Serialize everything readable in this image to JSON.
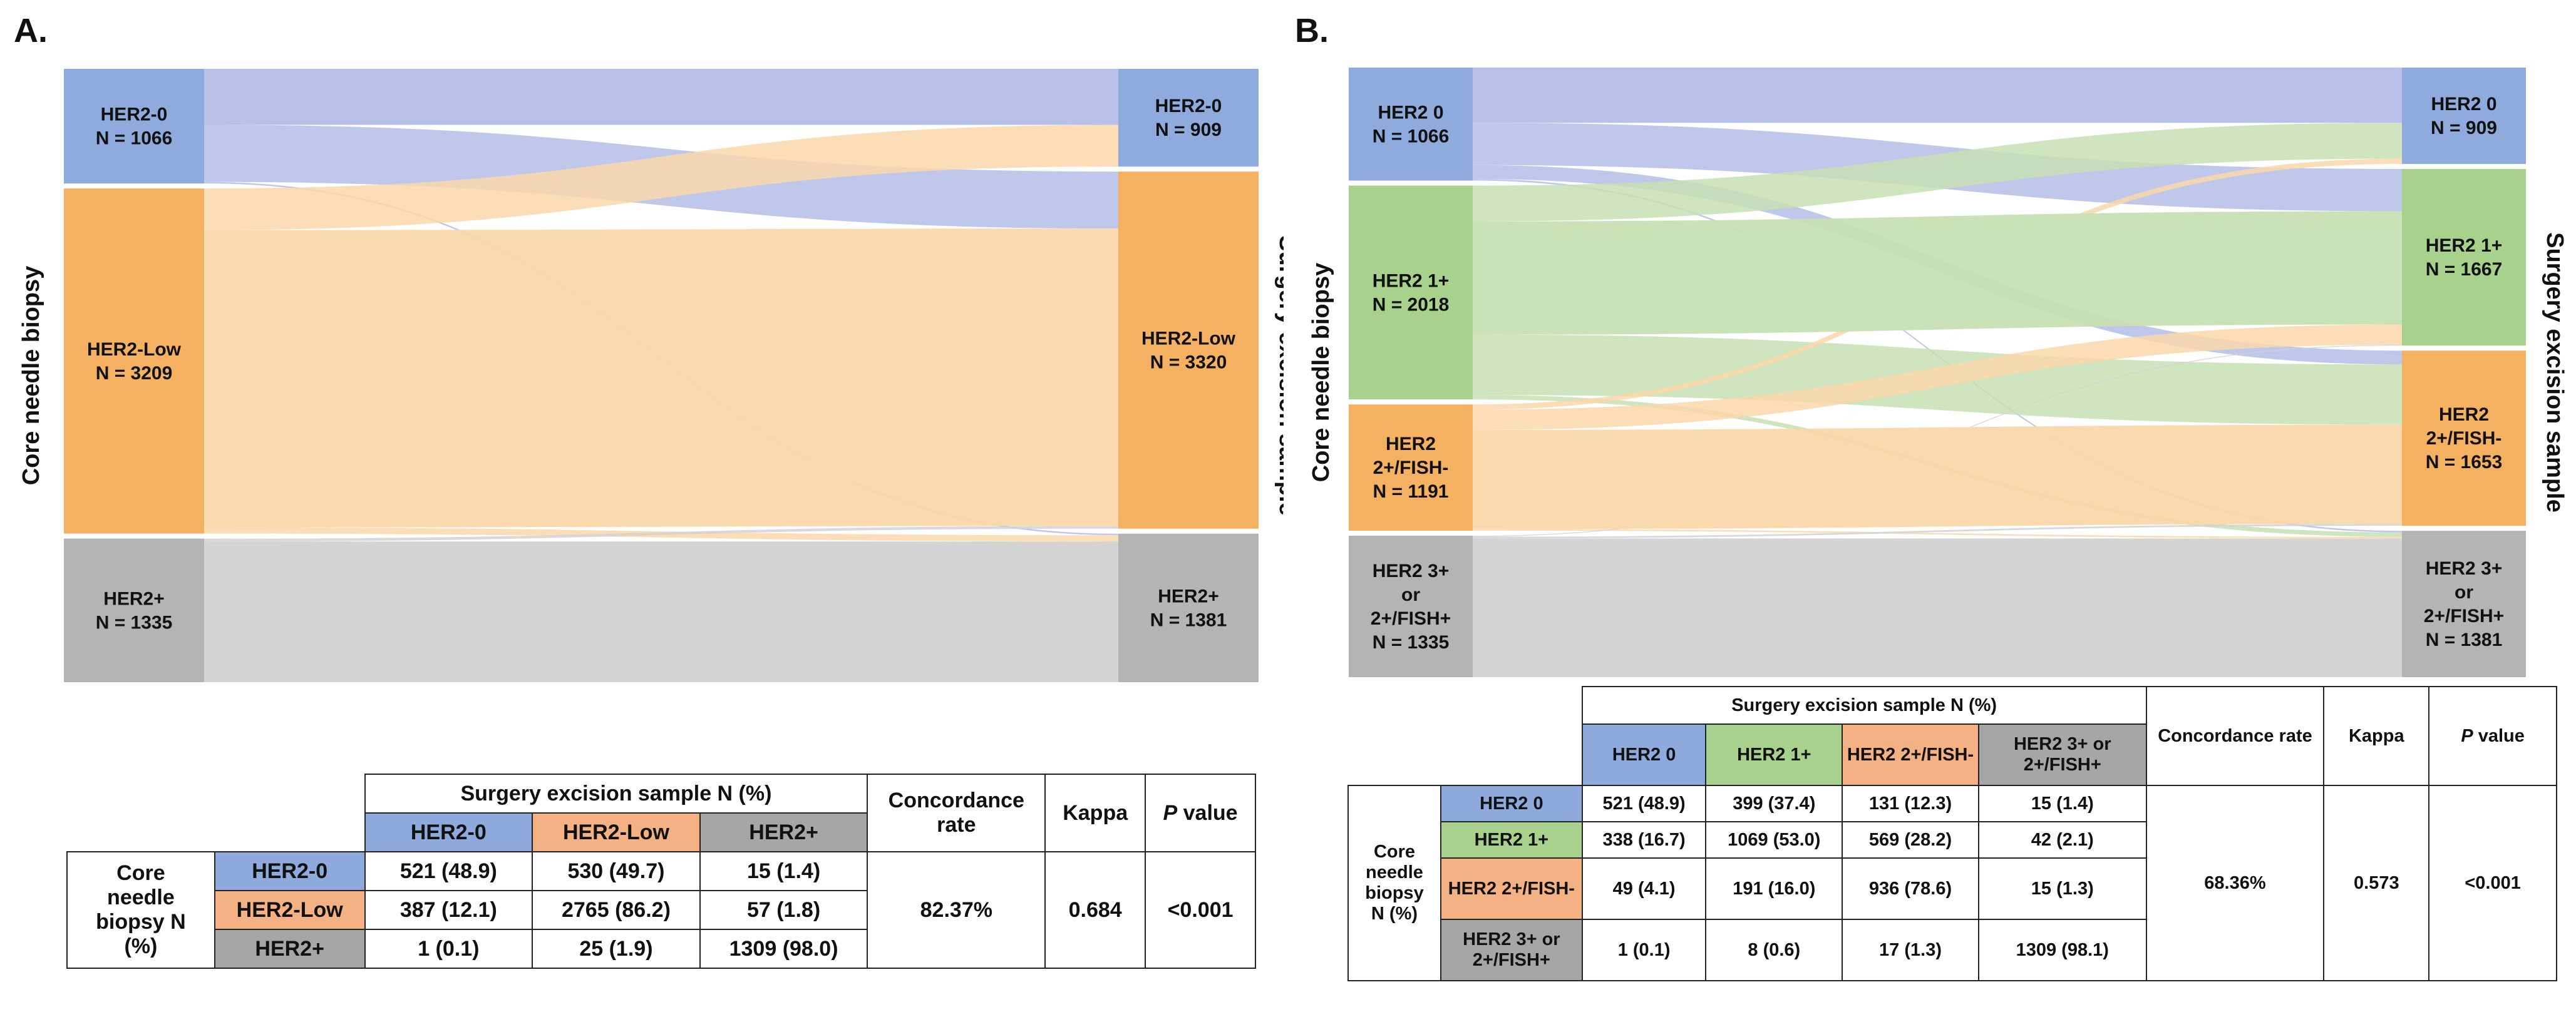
{
  "panel_a": {
    "label": "A.",
    "left_axis": "Core needle biopsy",
    "right_axis": "Surgery excision sample",
    "table": {
      "header_group": "Surgery excision sample N (%)",
      "concordance_label": "Concordance rate",
      "kappa_label": "Kappa",
      "p_label_italic": "P",
      "p_label_rest": " value",
      "row_group": "Core needle biopsy N (%)",
      "columns": [
        "HER2-0",
        "HER2-Low",
        "HER2+"
      ],
      "rows": [
        {
          "label": "HER2-0",
          "cells": [
            "521 (48.9)",
            "530 (49.7)",
            "15 (1.4)"
          ]
        },
        {
          "label": "HER2-Low",
          "cells": [
            "387 (12.1)",
            "2765 (86.2)",
            "57 (1.8)"
          ]
        },
        {
          "label": "HER2+",
          "cells": [
            "1 (0.1)",
            "25 (1.9)",
            "1309 (98.0)"
          ]
        }
      ],
      "concordance": "82.37%",
      "kappa": "0.684",
      "p_value": "<0.001"
    }
  },
  "panel_b": {
    "label": "B.",
    "left_axis": "Core needle biopsy",
    "right_axis": "Surgery excision sample",
    "table": {
      "header_group": "Surgery excision sample N (%)",
      "concordance_label": "Concordance rate",
      "kappa_label": "Kappa",
      "p_label_italic": "P",
      "p_label_rest": " value",
      "row_group": "Core needle biopsy N (%)",
      "columns": [
        "HER2 0",
        "HER2 1+",
        "HER2 2+/FISH-",
        "HER2 3+ or 2+/FISH+"
      ],
      "rows": [
        {
          "label": "HER2 0",
          "cells": [
            "521 (48.9)",
            "399 (37.4)",
            "131 (12.3)",
            "15 (1.4)"
          ]
        },
        {
          "label": "HER2 1+",
          "cells": [
            "338 (16.7)",
            "1069 (53.0)",
            "569 (28.2)",
            "42 (2.1)"
          ]
        },
        {
          "label": "HER2 2+/FISH-",
          "cells": [
            "49 (4.1)",
            "191 (16.0)",
            "936 (78.6)",
            "15 (1.3)"
          ]
        },
        {
          "label": "HER2 3+ or 2+/FISH+",
          "cells": [
            "1 (0.1)",
            "8 (0.6)",
            "17 (1.3)",
            "1309 (98.1)"
          ]
        }
      ],
      "concordance": "68.36%",
      "kappa": "0.573",
      "p_value": "<0.001"
    }
  },
  "chart_data": [
    {
      "type": "sankey",
      "title": "",
      "left_axis_label": "Core needle biopsy",
      "right_axis_label": "Surgery excision sample",
      "left_nodes": [
        {
          "lines": [
            "HER2-0",
            "N = 1066"
          ],
          "value": 1066,
          "color": "#8FAADC"
        },
        {
          "lines": [
            "HER2-Low",
            "N = 3209"
          ],
          "value": 3209,
          "color": "#F4B162"
        },
        {
          "lines": [
            "HER2+",
            "N = 1335"
          ],
          "value": 1335,
          "color": "#B4B4B4"
        }
      ],
      "right_nodes": [
        {
          "lines": [
            "HER2-0",
            "N = 909"
          ],
          "value": 909,
          "color": "#8FAADC"
        },
        {
          "lines": [
            "HER2-Low",
            "N = 3320"
          ],
          "value": 3320,
          "color": "#F4B162"
        },
        {
          "lines": [
            "HER2+",
            "N = 1381"
          ],
          "value": 1381,
          "color": "#B4B4B4"
        }
      ],
      "link_colors": [
        "#B4BEE6",
        "#FAD7AA",
        "#D2D2D2"
      ],
      "flows": [
        [
          521,
          530,
          15
        ],
        [
          387,
          2765,
          57
        ],
        [
          1,
          25,
          1309
        ]
      ]
    },
    {
      "type": "sankey",
      "title": "",
      "left_axis_label": "Core needle biopsy",
      "right_axis_label": "Surgery excision sample",
      "left_nodes": [
        {
          "lines": [
            "HER2 0",
            "N = 1066"
          ],
          "value": 1066,
          "color": "#8FAADC"
        },
        {
          "lines": [
            "HER2 1+",
            "N = 2018"
          ],
          "value": 2018,
          "color": "#A9D18E"
        },
        {
          "lines": [
            "HER2",
            "2+/FISH-",
            "N = 1191"
          ],
          "value": 1191,
          "color": "#F4B162"
        },
        {
          "lines": [
            "HER2 3+",
            "or",
            "2+/FISH+",
            "N = 1335"
          ],
          "value": 1335,
          "color": "#B4B4B4"
        }
      ],
      "right_nodes": [
        {
          "lines": [
            "HER2 0",
            "N = 909"
          ],
          "value": 909,
          "color": "#8FAADC"
        },
        {
          "lines": [
            "HER2 1+",
            "N = 1667"
          ],
          "value": 1667,
          "color": "#A9D18E"
        },
        {
          "lines": [
            "HER2",
            "2+/FISH-",
            "N = 1653"
          ],
          "value": 1653,
          "color": "#F4B162"
        },
        {
          "lines": [
            "HER2 3+",
            "or",
            "2+/FISH+",
            "N = 1381"
          ],
          "value": 1381,
          "color": "#B4B4B4"
        }
      ],
      "link_colors": [
        "#B4BEE6",
        "#C6E0B4",
        "#FAD7AA",
        "#D2D2D2"
      ],
      "flows": [
        [
          521,
          399,
          131,
          15
        ],
        [
          338,
          1069,
          569,
          42
        ],
        [
          49,
          191,
          936,
          15
        ],
        [
          1,
          8,
          17,
          1309
        ]
      ]
    }
  ]
}
